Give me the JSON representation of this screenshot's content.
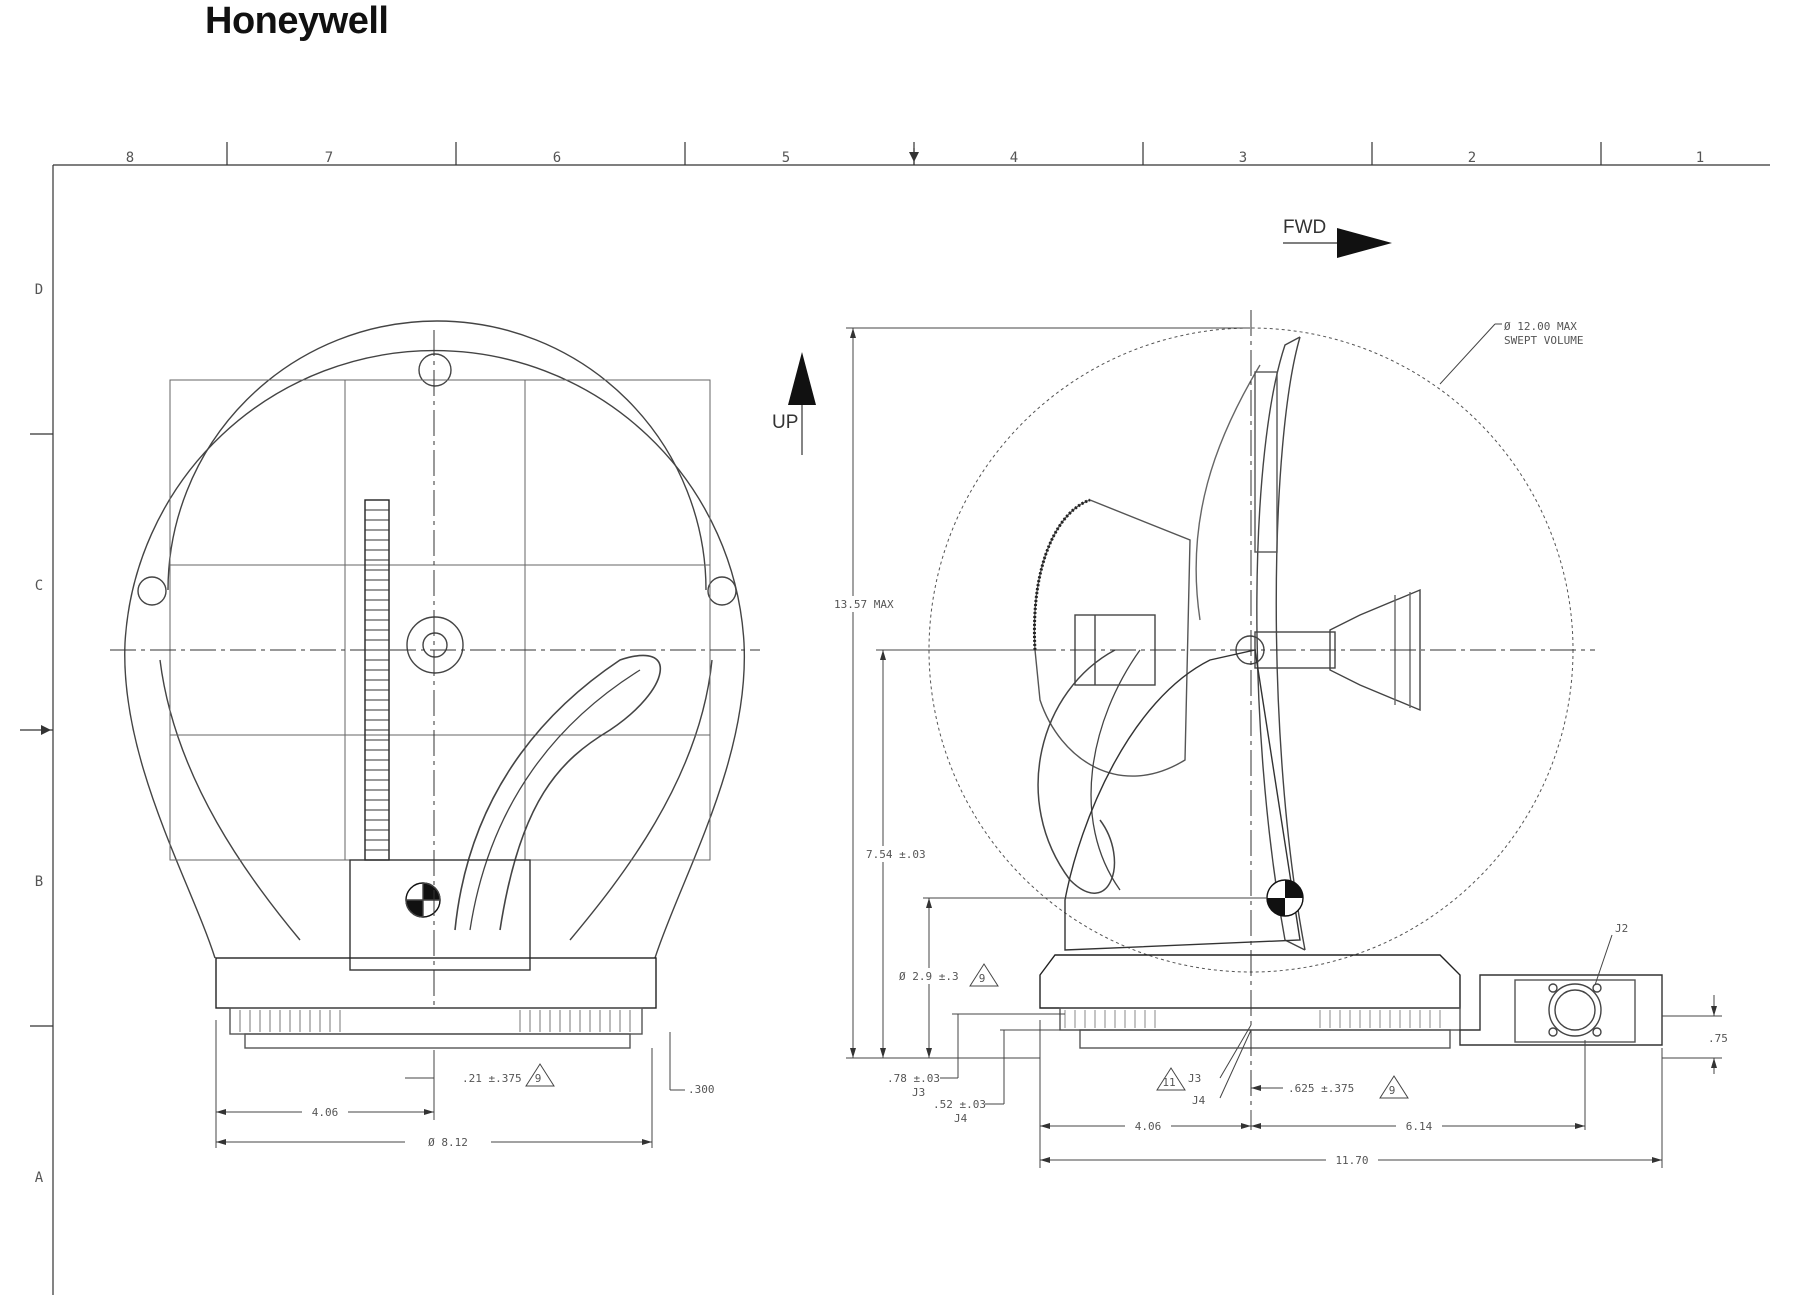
{
  "brand": {
    "name": "Honeywell"
  },
  "frame": {
    "zones": [
      "8",
      "7",
      "6",
      "5",
      "4",
      "3",
      "2",
      "1"
    ],
    "rows": [
      "D",
      "C",
      "B",
      "A"
    ]
  },
  "left_view": {
    "dim_radius": "4.06",
    "dim_diameter": "Ø 8.12",
    "dim_offset": ".21 ±.375",
    "dim_offset_note": "9",
    "dim_height": ".300"
  },
  "right_view": {
    "fwd_label": "FWD",
    "up_label": "UP",
    "swept_line1": "Ø 12.00 MAX",
    "swept_line2": "SWEPT VOLUME",
    "dim_max_height": "13.57 MAX",
    "dim_axis_height": "7.54 ±.03",
    "dim_cg": "Ø 2.9 ±.3",
    "dim_cg_note": "9",
    "dim_j3_height": ".78 ±.03",
    "dim_j3_tag": "J3",
    "dim_j4_height": ".52 ±.03",
    "dim_j4_tag": "J4",
    "flag_note": "11",
    "j3_callout": "J3",
    "j4_callout": "J4",
    "dim_forward": ".625 ±.375",
    "dim_forward_note": "9",
    "dim_left": "4.06",
    "dim_right": "6.14",
    "dim_overall": "11.70",
    "connector_j2": "J2",
    "dim_connector_height": ".75"
  }
}
